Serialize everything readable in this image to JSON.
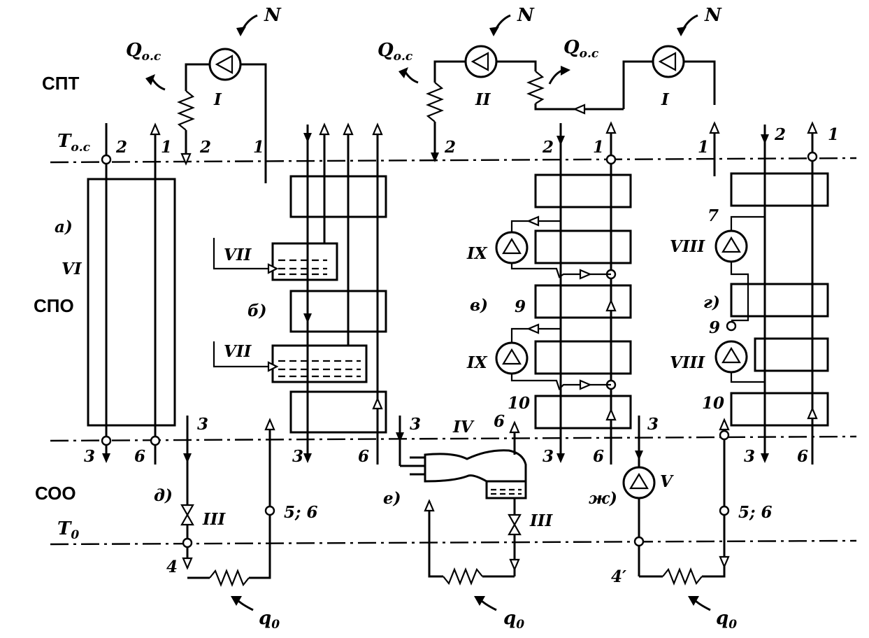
{
  "labels": {
    "spt": "СПТ",
    "spo": "СПО",
    "soo": "СОО",
    "t_os": "T",
    "t_os_sub": "о.с",
    "t0": "T",
    "t0_sub": "0",
    "q_os": "Q",
    "q_os_sub": "о.с",
    "n": "N",
    "q0": "q",
    "q0_sub": "0"
  },
  "scheme_letters": {
    "a": "а)",
    "b": "б)",
    "v": "в)",
    "g": "г)",
    "d": "д)",
    "e": "е)",
    "zh": "ж)"
  },
  "components": {
    "I": "I",
    "II": "II",
    "III": "III",
    "IV": "IV",
    "V": "V",
    "VI": "VI",
    "VII": "VII",
    "VIII": "VIII",
    "IX": "IX"
  },
  "state_points": {
    "p1": "1",
    "p2": "2",
    "p3": "3",
    "p4": "4",
    "p4p": "4′",
    "p6": "6",
    "p56": "5; 6",
    "p7": "7",
    "p9": "9",
    "p10": "10"
  }
}
